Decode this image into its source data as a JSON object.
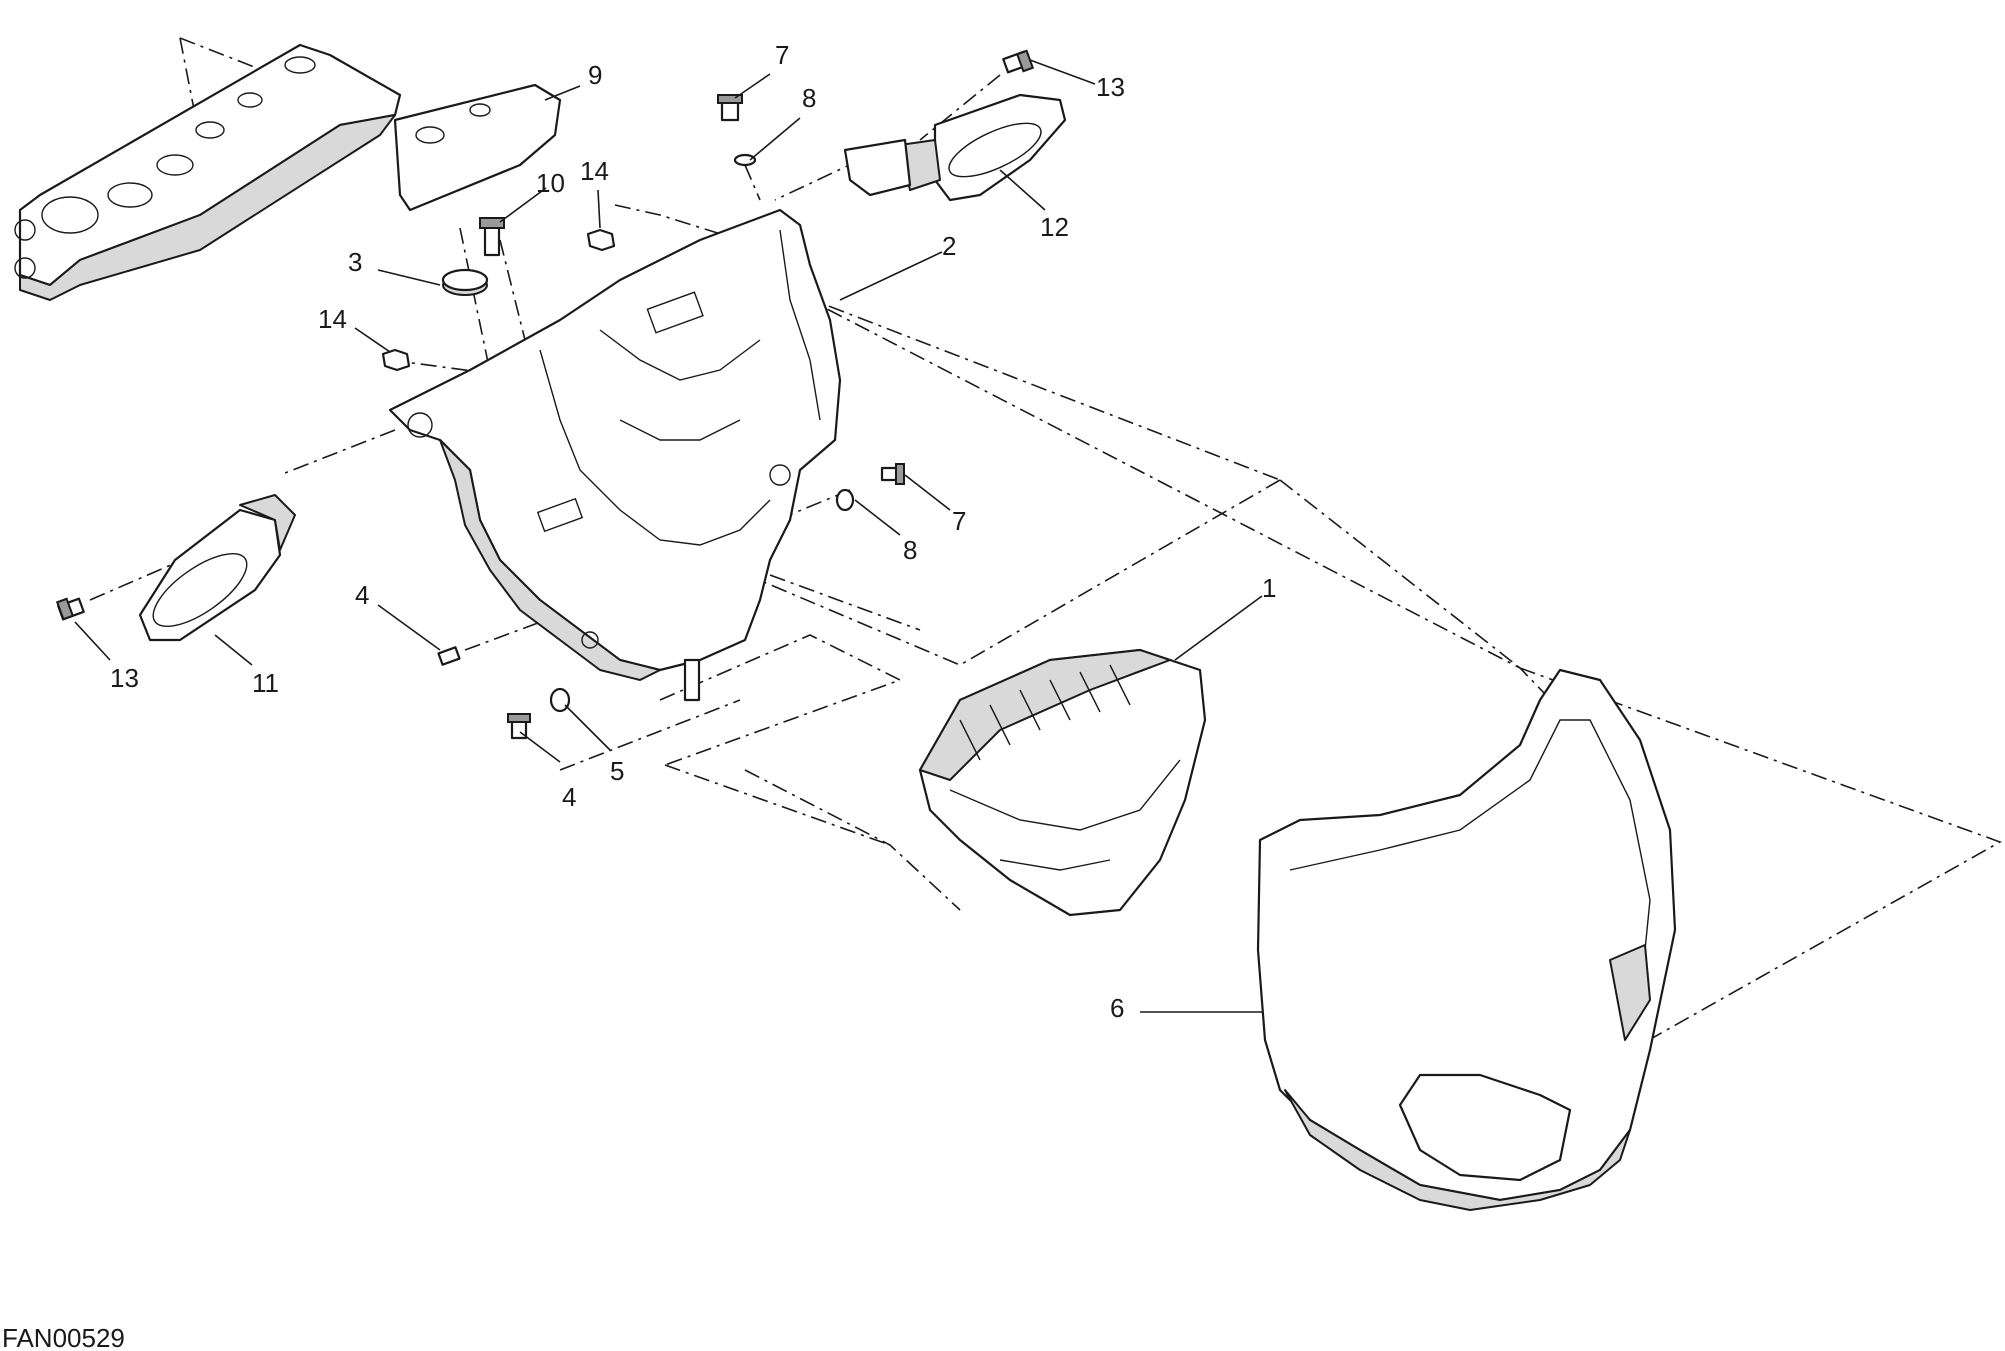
{
  "diagram": {
    "figure_code": "FAN00529",
    "callouts": [
      {
        "id": "c1",
        "label": "1"
      },
      {
        "id": "c2",
        "label": "2"
      },
      {
        "id": "c3",
        "label": "3"
      },
      {
        "id": "c4a",
        "label": "4"
      },
      {
        "id": "c4b",
        "label": "4"
      },
      {
        "id": "c5",
        "label": "5"
      },
      {
        "id": "c6",
        "label": "6"
      },
      {
        "id": "c7a",
        "label": "7"
      },
      {
        "id": "c7b",
        "label": "7"
      },
      {
        "id": "c8a",
        "label": "8"
      },
      {
        "id": "c8b",
        "label": "8"
      },
      {
        "id": "c9",
        "label": "9"
      },
      {
        "id": "c10",
        "label": "10"
      },
      {
        "id": "c11",
        "label": "11"
      },
      {
        "id": "c12",
        "label": "12"
      },
      {
        "id": "c13a",
        "label": "13"
      },
      {
        "id": "c13b",
        "label": "13"
      },
      {
        "id": "c14a",
        "label": "14"
      },
      {
        "id": "c14b",
        "label": "14"
      }
    ]
  }
}
